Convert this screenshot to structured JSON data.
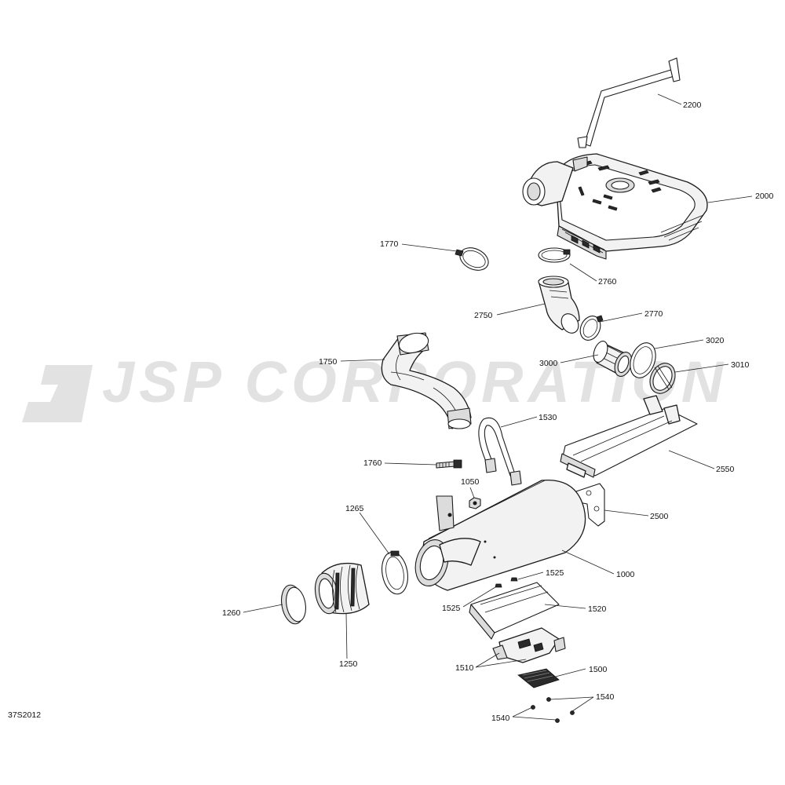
{
  "watermark": {
    "text": "JSP CORPORATION"
  },
  "diagram_code": "37S2012",
  "parts": [
    {
      "id": "p2200",
      "number": "2200"
    },
    {
      "id": "p2000",
      "number": "2000"
    },
    {
      "id": "p1770",
      "number": "1770"
    },
    {
      "id": "p2760",
      "number": "2760"
    },
    {
      "id": "p2750",
      "number": "2750"
    },
    {
      "id": "p2770",
      "number": "2770"
    },
    {
      "id": "p3020",
      "number": "3020"
    },
    {
      "id": "p3000",
      "number": "3000"
    },
    {
      "id": "p3010",
      "number": "3010"
    },
    {
      "id": "p1750",
      "number": "1750"
    },
    {
      "id": "p1530",
      "number": "1530"
    },
    {
      "id": "p2550",
      "number": "2550"
    },
    {
      "id": "p1760",
      "number": "1760"
    },
    {
      "id": "p1050",
      "number": "1050"
    },
    {
      "id": "p2500",
      "number": "2500"
    },
    {
      "id": "p1265",
      "number": "1265"
    },
    {
      "id": "p1000",
      "number": "1000"
    },
    {
      "id": "p1525a",
      "number": "1525"
    },
    {
      "id": "p1525b",
      "number": "1525"
    },
    {
      "id": "p1520",
      "number": "1520"
    },
    {
      "id": "p1260",
      "number": "1260"
    },
    {
      "id": "p1250",
      "number": "1250"
    },
    {
      "id": "p1510",
      "number": "1510"
    },
    {
      "id": "p1500",
      "number": "1500"
    },
    {
      "id": "p1540a",
      "number": "1540"
    },
    {
      "id": "p1540b",
      "number": "1540"
    }
  ]
}
